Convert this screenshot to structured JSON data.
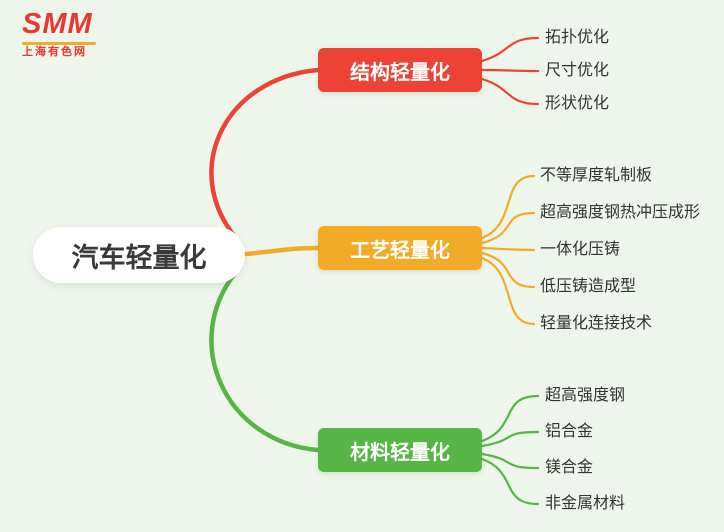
{
  "logo": {
    "text": "SMM",
    "subtext": "上海有色网"
  },
  "root": {
    "label": "汽车轻量化"
  },
  "branches": [
    {
      "label": "结构轻量化",
      "color": "#ed4337",
      "children": [
        "拓扑优化",
        "尺寸优化",
        "形状优化"
      ]
    },
    {
      "label": "工艺轻量化",
      "color": "#f2ab27",
      "children": [
        "不等厚度轧制板",
        "超高强度钢热冲压成形",
        "一体化压铸",
        "低压铸造成型",
        "轻量化连接技术"
      ]
    },
    {
      "label": "材料轻量化",
      "color": "#55b545",
      "children": [
        "超高强度钢",
        "铝合金",
        "镁合金",
        "非金属材料"
      ]
    }
  ],
  "colors": {
    "background": "#eef6ec",
    "text": "#333333",
    "logo_red": "#e6392f",
    "logo_accent": "#f2ab27"
  }
}
